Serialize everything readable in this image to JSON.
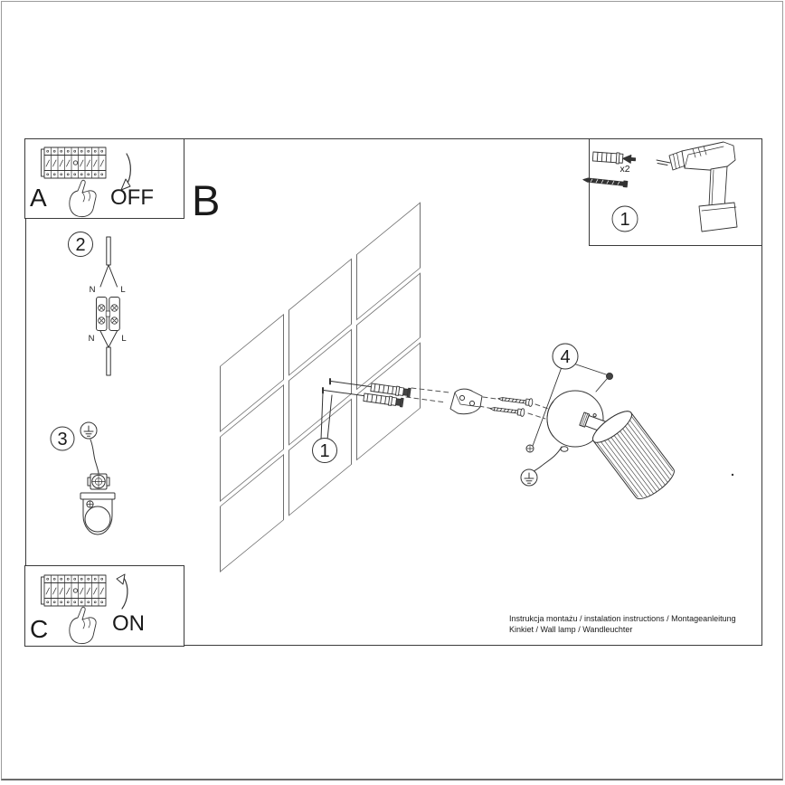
{
  "page": {
    "letters": {
      "a": "A",
      "b": "B",
      "c": "C"
    },
    "switch": {
      "off": "OFF",
      "on": "ON"
    },
    "steps": {
      "one": "1",
      "two": "2",
      "three": "3",
      "four": "4",
      "kit_one": "1"
    },
    "wiring": {
      "neutral": "N",
      "live": "L"
    },
    "kit": {
      "quantity": "x2"
    },
    "footer": {
      "line1": "Instrukcja montażu / instalation instructions / Montageanleitung",
      "line2": "Kinkiet / Wall lamp / Wandleuchter"
    },
    "colors": {
      "line": "#333333",
      "frame": "#3a3a3a",
      "page_border": "#9b9b9b"
    }
  }
}
